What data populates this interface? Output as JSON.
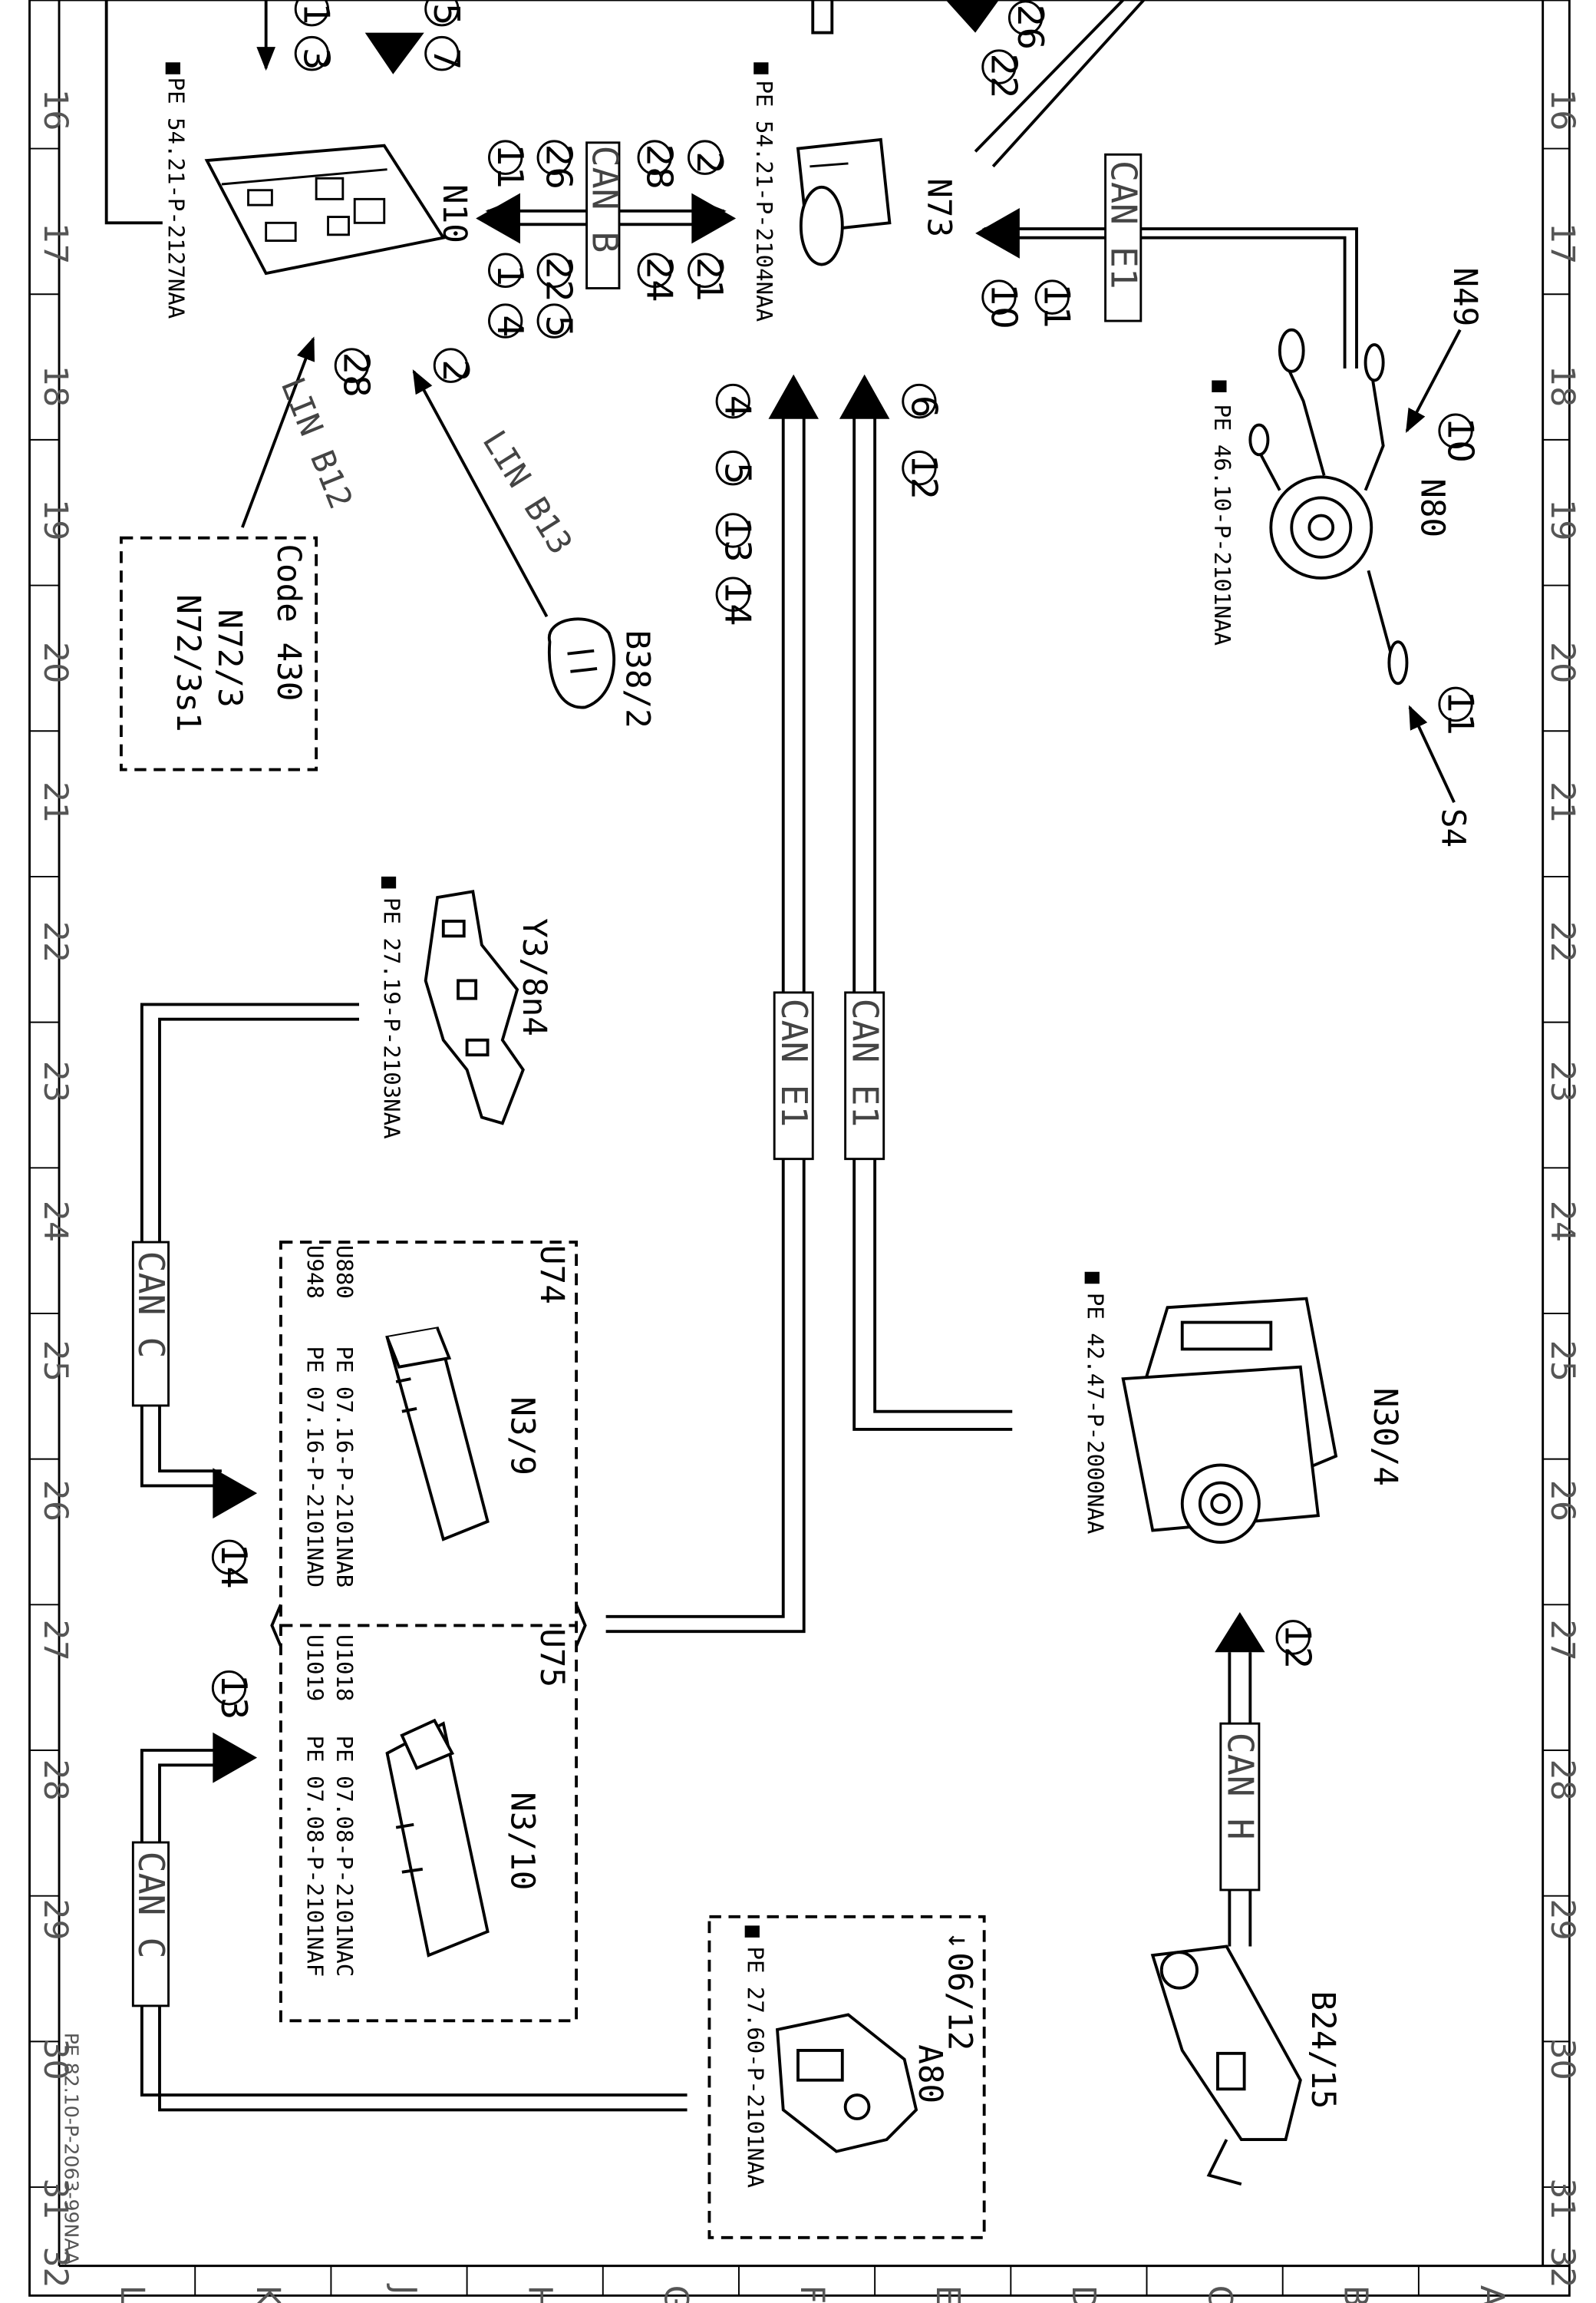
{
  "border": {
    "row_labels": [
      "16",
      "17",
      "18",
      "19",
      "20",
      "21",
      "22",
      "23",
      "24",
      "25",
      "26",
      "27",
      "28",
      "29",
      "30",
      "31",
      "32"
    ],
    "col_labels": [
      "L",
      "K",
      "J",
      "H",
      "G",
      "F",
      "E",
      "D",
      "C",
      "B",
      "A"
    ]
  },
  "document_ref": "PE 82.10-P-2063-99NAA",
  "components": {
    "N10": {
      "id": "N10",
      "ref": "PE 54.21-P-2127NAA"
    },
    "N73": {
      "id": "N73",
      "ref": "PE 54.21-P-2104NAA"
    },
    "N49": {
      "id": "N49"
    },
    "N80": {
      "id": "N80",
      "ref": "PE 46.10-P-2101NAA"
    },
    "S4": {
      "id": "S4"
    },
    "B38_2": {
      "id": "B38/2"
    },
    "N72": {
      "line1": "Code 430",
      "line2": "N72/3",
      "line3": "N72/3s1"
    },
    "Y3_8n4": {
      "id": "Y3/8n4",
      "ref": "PE 27.19-P-2103NAA"
    },
    "U74": {
      "id": "U74",
      "ecu": "N3/9",
      "code1": "U880",
      "ref1": "PE 07.16-P-2101NAB",
      "code2": "U948",
      "ref2": "PE 07.16-P-2101NAD"
    },
    "U75": {
      "id": "U75",
      "ecu": "N3/10",
      "code1": "U1018",
      "ref1": "PE 07.08-P-2101NAC",
      "code2": "U1019",
      "ref2": "PE 07.08-P-2101NAF"
    },
    "N30_4": {
      "id": "N30/4",
      "ref": "PE 42.47-P-2000NAA"
    },
    "B24_15": {
      "id": "B24/15"
    },
    "A80": {
      "id": "A80",
      "date": "06/12",
      "ref": "PE 27.60-P-2101NAA"
    }
  },
  "buses": {
    "can_b": "CAN B",
    "can_e1_n73": "CAN E1",
    "can_e1_a": "CAN E1",
    "can_e1_b": "CAN E1",
    "can_c_a": "CAN C",
    "can_c_b": "CAN C",
    "can_h": "CAN H",
    "lin_b12": "LIN B12",
    "lin_b13": "LIN B13"
  },
  "signals": {
    "top_left": [
      "1",
      "3"
    ],
    "top_left2": [
      "5",
      "7"
    ],
    "top_mid": [
      "26",
      "22"
    ],
    "n10_top": [
      "11",
      "26",
      "28",
      "2"
    ],
    "n10_bottom": [
      "1",
      "22",
      "24",
      "21"
    ],
    "n10_bottom2": [
      "4",
      "5"
    ],
    "lin": [
      "28",
      "2"
    ],
    "n73_in": [
      "11",
      "10"
    ],
    "can_e1_a": [
      "4",
      "5",
      "13",
      "14"
    ],
    "can_e1_b": [
      "6",
      "12"
    ],
    "n49": "10",
    "s4": "11",
    "u74": "14",
    "u75": "13",
    "n30_4": "12"
  }
}
